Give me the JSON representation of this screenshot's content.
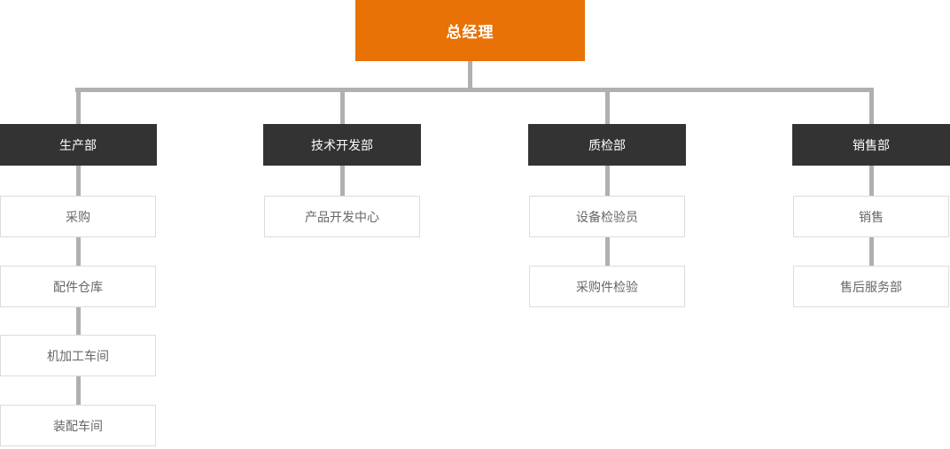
{
  "org_chart": {
    "root": {
      "label": "总经理"
    },
    "departments": [
      {
        "label": "生产部",
        "children": [
          "采购",
          "配件仓库",
          "机加工车间",
          "装配车间"
        ]
      },
      {
        "label": "技术开发部",
        "children": [
          "产品开发中心"
        ]
      },
      {
        "label": "质检部",
        "children": [
          "设备检验员",
          "采购件检验"
        ]
      },
      {
        "label": "销售部",
        "children": [
          "销售",
          "售后服务部"
        ]
      }
    ],
    "colors": {
      "root_bg": "#e87205",
      "department_bg": "#333333",
      "child_bg": "#ffffff",
      "child_border": "#dcdcdc",
      "child_text": "#666666",
      "connector": "#b0b0b0"
    }
  }
}
